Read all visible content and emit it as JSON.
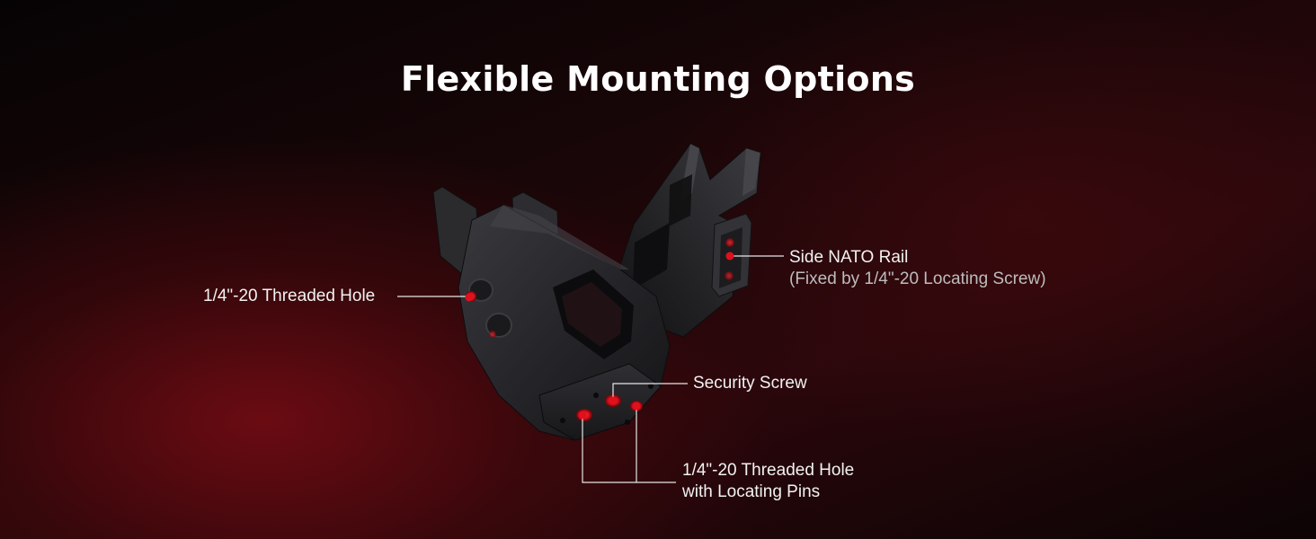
{
  "header": {
    "title": "Flexible Mounting Options"
  },
  "callouts": {
    "threaded_hole_left": "1/4\"-20 Threaded Hole",
    "side_nato_rail": "Side NATO Rail",
    "side_nato_rail_note": "(Fixed by 1/4\"-20 Locating Screw)",
    "security_screw": "Security Screw",
    "threaded_hole_pins_line1": "1/4\"-20 Threaded Hole",
    "threaded_hole_pins_line2": "with Locating Pins"
  },
  "colors": {
    "accent_dot": "#e0101c",
    "leader_line": "#e6e6e6",
    "device_body": "#2a2a2d"
  }
}
